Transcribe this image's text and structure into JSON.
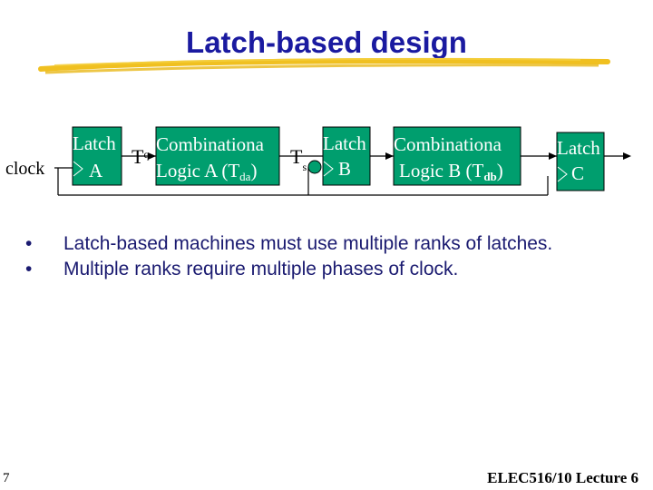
{
  "slide": {
    "title": "Latch-based design",
    "page_number": "7",
    "footer": "ELEC516/10 Lecture 6"
  },
  "diagram": {
    "clock_label": "clock",
    "latch_a": {
      "line1": "Latch",
      "line2": "A"
    },
    "comb_a": {
      "line1": "Combinationa",
      "line2_pre": "Logic A (T",
      "line2_sub": "da",
      "line2_post": ")"
    },
    "latch_b": {
      "line1": "Latch",
      "line2": "B"
    },
    "comb_b": {
      "line1": "Combinationa",
      "line2_pre": "Logic B (T",
      "line2_sub": "db",
      "line2_post": ")"
    },
    "latch_c": {
      "line1": "Latch",
      "line2": "C"
    },
    "tq": {
      "main": "T",
      "sub": "q"
    },
    "ts": {
      "main": "T",
      "sub": "s"
    },
    "colors": {
      "box_fill": "#009e6e",
      "box_text": "#ffffff",
      "title": "#1a1aa0",
      "underline": "#f0c020"
    }
  },
  "bullets": [
    "Latch-based machines must use multiple ranks of latches.",
    "Multiple ranks require multiple phases of clock."
  ],
  "bullet_symbol": "•"
}
